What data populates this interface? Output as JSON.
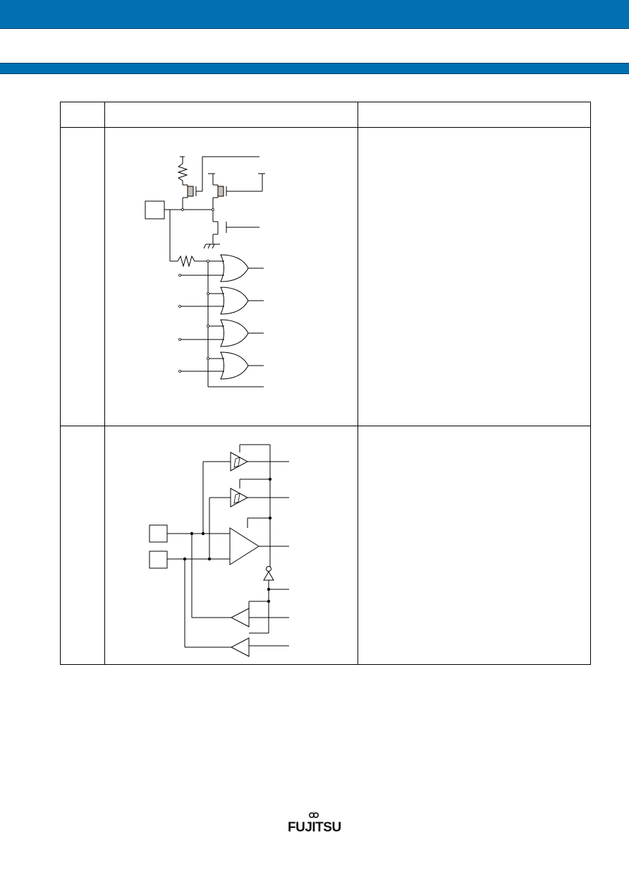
{
  "colors": {
    "brand": "#0070b2",
    "line": "#000000",
    "shading": "#c8c0b8"
  },
  "table": {
    "headers": [
      "",
      "",
      ""
    ],
    "rows": [
      {
        "type": "",
        "circuit": "pull-up-and-or-gates",
        "remarks": ""
      },
      {
        "type": "",
        "circuit": "buffer-array",
        "remarks": ""
      }
    ]
  },
  "logo": {
    "brand_name": "FUJITSU"
  },
  "icons": {
    "logo_mark": "infinity-icon"
  }
}
